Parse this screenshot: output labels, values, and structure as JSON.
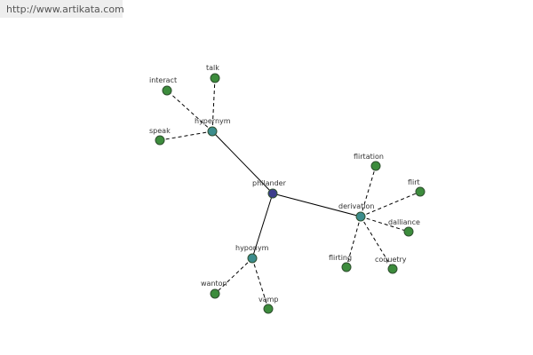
{
  "site": {
    "url": "http://www.artikata.com"
  },
  "graph": {
    "colors": {
      "center": "#3c3c8c",
      "relation": "#3c8c8c",
      "leaf": "#3c8c3c",
      "edge": "#000000"
    },
    "nodes": {
      "center": {
        "label": "philander"
      },
      "hypernym": {
        "label": "hypernym"
      },
      "derivation": {
        "label": "derivation"
      },
      "hyponym": {
        "label": "hyponym"
      },
      "interact": {
        "label": "interact"
      },
      "talk": {
        "label": "talk"
      },
      "speak": {
        "label": "speak"
      },
      "flirtation": {
        "label": "flirtation"
      },
      "flirt": {
        "label": "flirt"
      },
      "dalliance": {
        "label": "dalliance"
      },
      "flirting": {
        "label": "flirting"
      },
      "coquetry": {
        "label": "coquetry"
      },
      "wanton": {
        "label": "wanton"
      },
      "vamp": {
        "label": "vamp"
      }
    }
  }
}
